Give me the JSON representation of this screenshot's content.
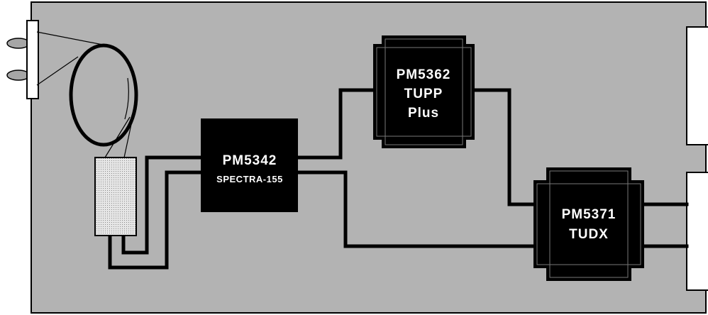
{
  "colors": {
    "board": "#b3b3b3",
    "chip": "#000000",
    "chip_text": "#ffffff",
    "trace": "#000000",
    "connector": "#ffffff",
    "module_fill": "#d6d6d6"
  },
  "icons": {
    "fiber_connector": "optical-connector-icon",
    "fiber_loop": "fiber-coil-icon",
    "transceiver": "optical-module-icon"
  },
  "chips": {
    "spectra": {
      "line1": "PM5342",
      "line2": "SPECTRA-155"
    },
    "tupp": {
      "line1": "PM5362",
      "line2": "TUPP",
      "line3": "Plus"
    },
    "tudx": {
      "line1": "PM5371",
      "line2": "TUDX"
    }
  }
}
